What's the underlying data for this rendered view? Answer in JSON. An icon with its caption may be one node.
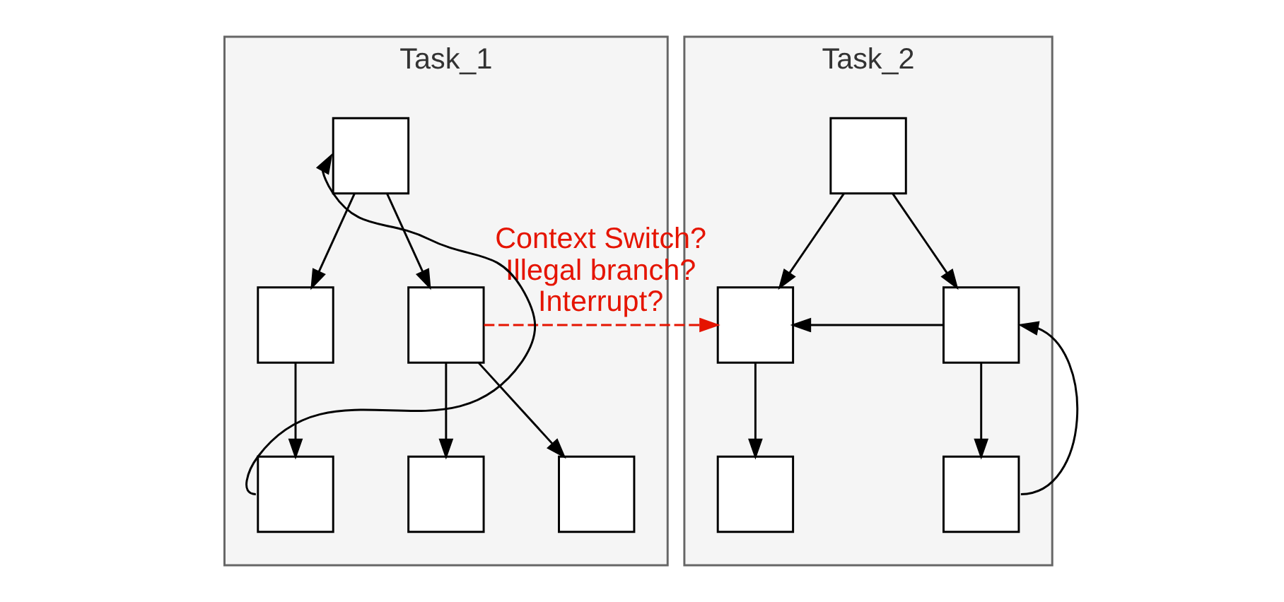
{
  "diagram": {
    "nodes": [
      {
        "text": [
          "Task_1"
        ]
      },
      {
        "text": [],
        "shape": "box",
        "in": 0
      },
      {
        "text": [],
        "shape": "box",
        "in": 0
      },
      {
        "text": [],
        "shape": "box",
        "in": 0
      },
      {
        "text": [],
        "shape": "box",
        "in": 0
      },
      {
        "text": [],
        "shape": "box",
        "in": 0
      },
      {
        "text": [],
        "shape": "box",
        "in": 0
      },
      {
        "text": [
          "Task_2"
        ]
      },
      {
        "text": [],
        "shape": "box",
        "in": 7
      },
      {
        "text": [],
        "shape": "box",
        "in": 7
      },
      {
        "text": [],
        "shape": "box",
        "in": 7
      },
      {
        "text": [],
        "shape": "box",
        "in": 7
      },
      {
        "text": [],
        "shape": "box",
        "in": 7
      }
    ],
    "edges": [
      {
        "from": 1,
        "to": 2,
        "arrow": "to"
      },
      {
        "from": 1,
        "to": 3,
        "arrow": "to"
      },
      {
        "from": 2,
        "to": 4,
        "arrow": "to"
      },
      {
        "from": 4,
        "to": 1,
        "arrow": "to"
      },
      {
        "from": 3,
        "to": 5,
        "arrow": "to"
      },
      {
        "from": 3,
        "to": 6,
        "arrow": "to"
      },
      {
        "from": 3,
        "to": 9,
        "arrow": "to",
        "label": "Context Switch? Illegal branch? Interrupt?",
        "style": "dashed",
        "color": "#e51400"
      },
      {
        "from": 8,
        "to": 9,
        "arrow": "to"
      },
      {
        "from": 8,
        "to": 10,
        "arrow": "to"
      },
      {
        "from": 10,
        "to": 9,
        "arrow": "to"
      },
      {
        "from": 9,
        "to": 11,
        "arrow": "to"
      },
      {
        "from": 10,
        "to": 12,
        "arrow": "to"
      },
      {
        "from": 12,
        "to": 10,
        "arrow": "to"
      }
    ]
  }
}
